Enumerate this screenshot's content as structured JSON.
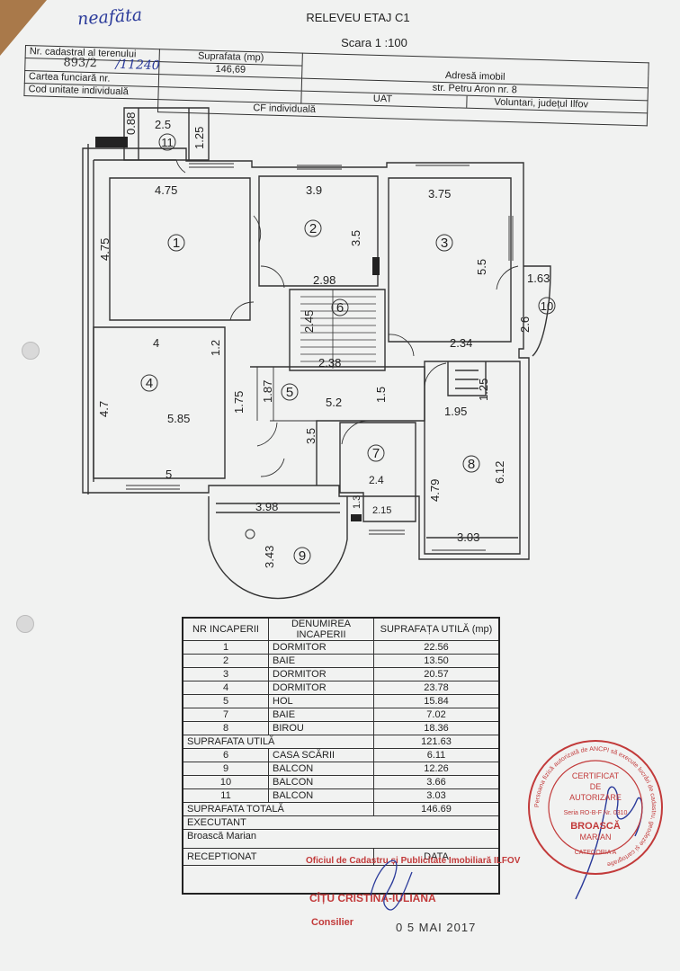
{
  "title": "RELEVEU ETAJ C1",
  "scale": "Scara 1 :100",
  "handwritten_top": "neafăta",
  "handwritten_cad": "893/2",
  "handwritten_cf": "/11240",
  "header": {
    "nr_cadastral_label": "Nr. cadastral al terenului",
    "suprafata_label": "Suprafata (mp)",
    "suprafata_value": "146,69",
    "carte_funciara_label": "Cartea funciară nr.",
    "adresa_label": "Adresă imobil",
    "adresa_value": "str. Petru Aron nr. 8",
    "cod_unitate_label": "Cod unitate individuală",
    "uat_label": "UAT",
    "uat_value": "Voluntari, județul Ilfov",
    "cf_individuala_label": "CF individuală"
  },
  "plan": {
    "dimensions": [
      "0.88",
      "2.5",
      "1.25",
      "4.75",
      "3.9",
      "3.75",
      "4.75",
      "3.5",
      "5.5",
      "1.63",
      "2.6",
      "2.98",
      "2.45",
      "4",
      "1.2",
      "2.38",
      "2.34",
      "1.25",
      "4.7",
      "1.75",
      "1.87",
      "5.2",
      "1.5",
      "1.95",
      "6.12",
      "5.85",
      "3.5",
      "4.79",
      "2.4",
      "5",
      "3.98",
      "1.3",
      "2.15",
      "3.03",
      "3.43"
    ],
    "rooms": [
      "1",
      "2",
      "3",
      "4",
      "5",
      "6",
      "7",
      "8",
      "9",
      "10",
      "11"
    ]
  },
  "room_table": {
    "headers": [
      "NR INCAPERII",
      "DENUMIREA INCAPERII",
      "SUPRAFAȚA UTILĂ (mp)"
    ],
    "rows": [
      {
        "nr": "1",
        "name": "DORMITOR",
        "area": "22.56"
      },
      {
        "nr": "2",
        "name": "BAIE",
        "area": "13.50"
      },
      {
        "nr": "3",
        "name": "DORMITOR",
        "area": "20.57"
      },
      {
        "nr": "4",
        "name": "DORMITOR",
        "area": "23.78"
      },
      {
        "nr": "5",
        "name": "HOL",
        "area": "15.84"
      },
      {
        "nr": "7",
        "name": "BAIE",
        "area": "7.02"
      },
      {
        "nr": "8",
        "name": "BIROU",
        "area": "18.36"
      }
    ],
    "suprafata_utila_label": "SUPRAFATA UTILĂ",
    "suprafata_utila_value": "121.63",
    "extra_rows": [
      {
        "nr": "6",
        "name": "CASA SCĂRII",
        "area": "6.11"
      },
      {
        "nr": "9",
        "name": "BALCON",
        "area": "12.26"
      },
      {
        "nr": "10",
        "name": "BALCON",
        "area": "3.66"
      },
      {
        "nr": "11",
        "name": "BALCON",
        "area": "3.03"
      }
    ],
    "suprafata_totala_label": "SUPRAFATA TOTALĂ",
    "suprafata_totala_value": "146.69",
    "executant_label": "EXECUTANT",
    "executant_name": "Broască Marian",
    "receptionat_label": "RECEPTIONAT",
    "data_label": "DATA"
  },
  "stamps": {
    "ocpi": "Oficiul de Cadastru și Publicitate Imobiliară ILFOV",
    "consilier_name": "CÎȚU CRISTINA-IULIANA",
    "consilier_role": "Consilier",
    "date": "0 5 MAI 2017",
    "cert_line1": "CERTIFICAT",
    "cert_line2": "DE",
    "cert_line3": "AUTORIZARE",
    "cert_serie": "Seria RO-B-F Nr. 0310",
    "cert_name1": "BROASCĂ",
    "cert_name2": "MARIAN",
    "cert_cat": "CATEGORIA A",
    "cert_ring": "Persoana fizică autorizată de ANCPI să execute lucrări de cadastru, geodezie și cartografie"
  },
  "colors": {
    "paper": "#f1f2f1",
    "ink": "#222222",
    "pen": "#2a3a9a",
    "stamp": "#c23a3a",
    "wood": "#a9794a"
  }
}
